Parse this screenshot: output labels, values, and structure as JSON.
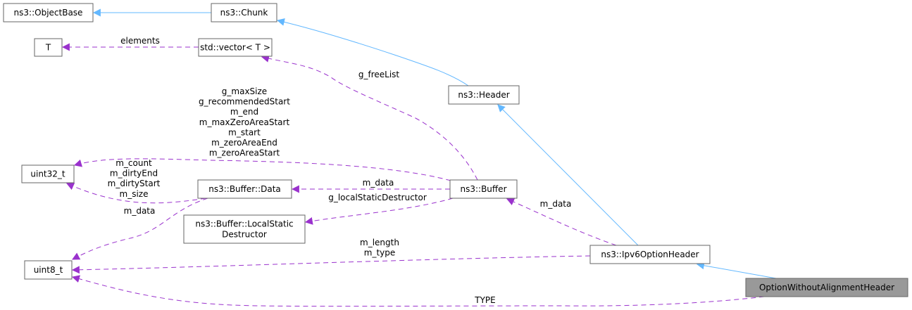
{
  "colors": {
    "inheritance": "#63b8ff",
    "usage": "#9a32cd",
    "focus_fill": "#999999",
    "border": "#666666"
  },
  "nodes": {
    "objectbase": [
      "ns3::ObjectBase"
    ],
    "chunk": [
      "ns3::Chunk"
    ],
    "t": [
      "T"
    ],
    "vector": [
      "std::vector< T >"
    ],
    "header": [
      "ns3::Header"
    ],
    "uint32": [
      "uint32_t"
    ],
    "bufdata": [
      "ns3::Buffer::Data"
    ],
    "buffer": [
      "ns3::Buffer"
    ],
    "localstatic": [
      "ns3::Buffer::LocalStatic",
      "Destructor"
    ],
    "ipv6": [
      "ns3::Ipv6OptionHeader"
    ],
    "uint8": [
      "uint8_t"
    ],
    "option": [
      "OptionWithoutAlignmentHeader"
    ]
  },
  "edge_labels": {
    "vector_t": [
      "elements"
    ],
    "buffer_vector": [
      "g_freeList"
    ],
    "buffer_uint32": [
      "g_maxSize",
      "g_recommendedStart",
      "m_end",
      "m_maxZeroAreaStart",
      "m_start",
      "m_zeroAreaEnd",
      "m_zeroAreaStart"
    ],
    "buffer_data": [
      "m_data"
    ],
    "buffer_local": [
      "g_localStaticDestructor"
    ],
    "data_uint32": [
      "m_count",
      "m_dirtyEnd",
      "m_dirtyStart",
      "m_size"
    ],
    "data_uint8": [
      "m_data"
    ],
    "ipv6_buffer": [
      "m_data"
    ],
    "ipv6_uint8": [
      "m_length",
      "m_type"
    ],
    "option_uint8": [
      "TYPE"
    ]
  }
}
